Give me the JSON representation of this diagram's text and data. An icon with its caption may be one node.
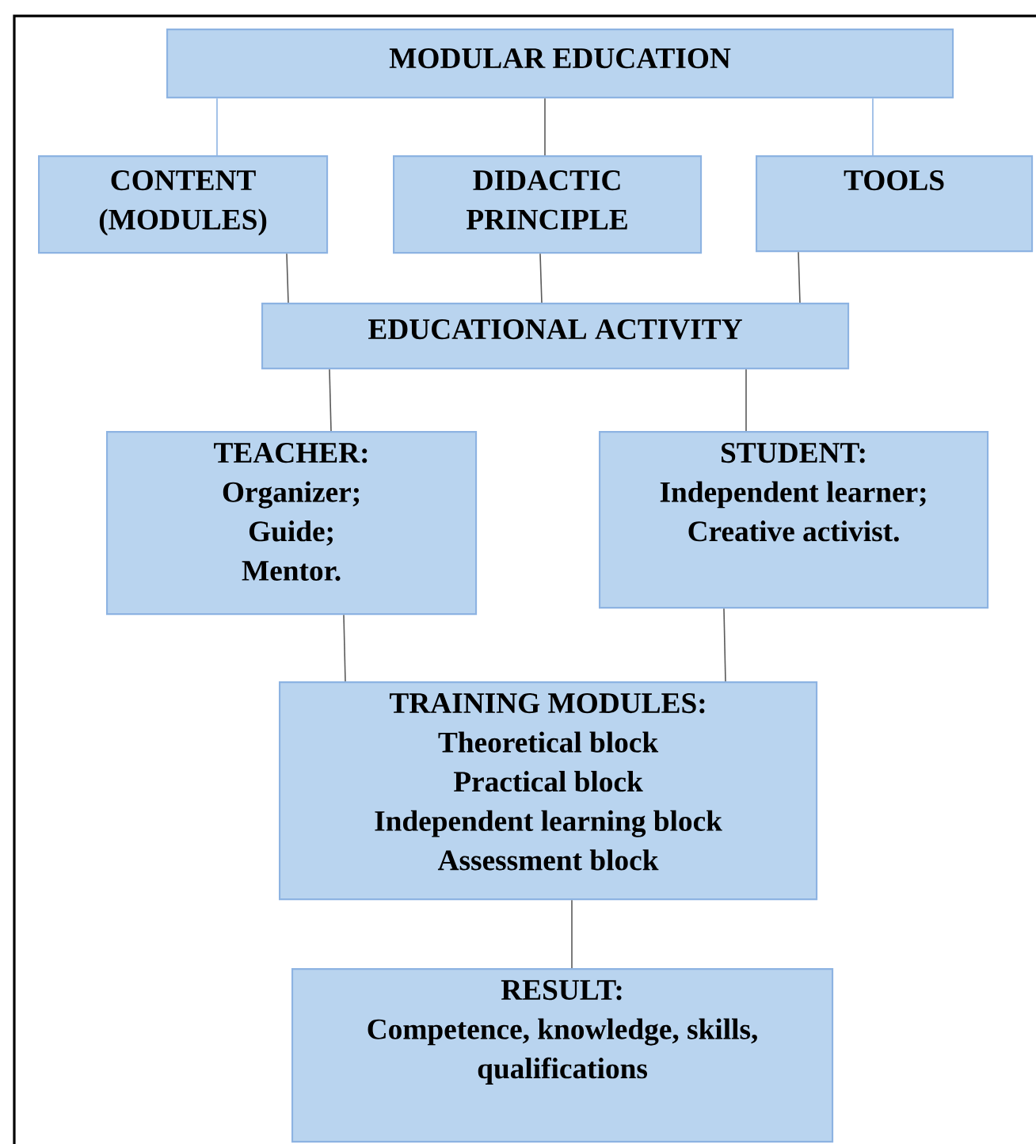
{
  "diagram": {
    "nodes": [
      {
        "text": [
          "MODULAR EDUCATION"
        ]
      },
      {
        "text": [
          "CONTENT (MODULES)"
        ]
      },
      {
        "text": [
          "DIDACTIC PRINCIPLE"
        ]
      },
      {
        "text": [
          "TOOLS"
        ]
      },
      {
        "text": [
          "EDUCATIONAL ACTIVITY"
        ]
      },
      {
        "text": [
          "TEACHER:",
          "Organizer;",
          "Guide;",
          "Mentor."
        ]
      },
      {
        "text": [
          "STUDENT:",
          "Independent learner;",
          "Creative activist."
        ]
      },
      {
        "text": [
          "TRAINING MODULES:",
          "Theoretical block",
          "Practical block",
          "Independent learning block",
          "Assessment block"
        ]
      },
      {
        "text": [
          "RESULT:",
          "Competence, knowledge, skills, qualifications"
        ]
      }
    ],
    "edges": [
      {
        "from": 0,
        "to": 1,
        "arrow": "none",
        "color": "#8eb4e3"
      },
      {
        "from": 0,
        "to": 2,
        "arrow": "none"
      },
      {
        "from": 0,
        "to": 3,
        "arrow": "none",
        "color": "#8eb4e3"
      },
      {
        "from": 1,
        "to": 4,
        "arrow": "none"
      },
      {
        "from": 2,
        "to": 4,
        "arrow": "none"
      },
      {
        "from": 3,
        "to": 4,
        "arrow": "none"
      },
      {
        "from": 4,
        "to": 5,
        "arrow": "none"
      },
      {
        "from": 4,
        "to": 6,
        "arrow": "none"
      },
      {
        "from": 5,
        "to": 7,
        "arrow": "none"
      },
      {
        "from": 6,
        "to": 7,
        "arrow": "none"
      },
      {
        "from": 7,
        "to": 8,
        "arrow": "none"
      }
    ]
  }
}
